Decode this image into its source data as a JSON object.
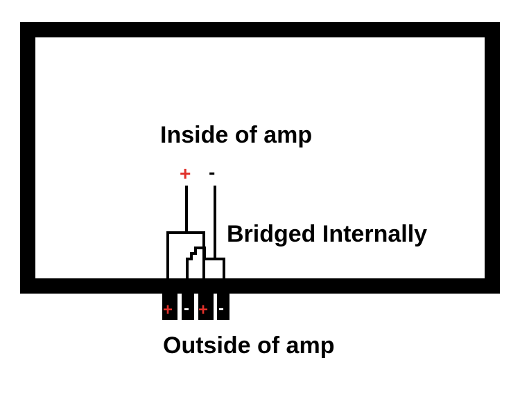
{
  "labels": {
    "inside": "Inside of amp",
    "bridged": "Bridged Internally",
    "outside": "Outside of amp"
  },
  "signs": {
    "top_positive": "+",
    "top_negative": "-",
    "terminals": [
      "+",
      "-",
      "+",
      "-"
    ]
  },
  "colors": {
    "positive": "#e0302a",
    "negative": "#000000",
    "terminal_minus_text": "#ffffff",
    "lines": "#000000"
  }
}
